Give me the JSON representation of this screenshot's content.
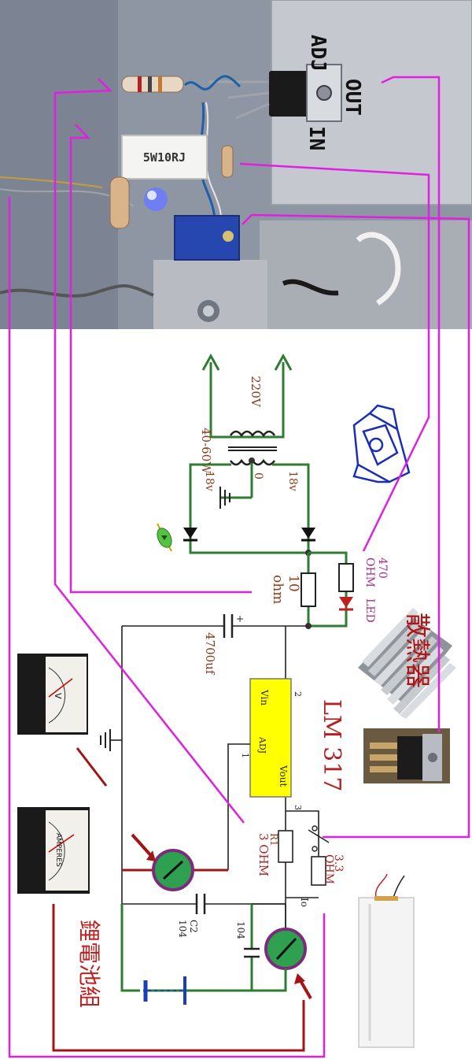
{
  "photo": {
    "labels": {
      "adj": "ADJ",
      "out": "OUT",
      "in": "IN",
      "resistor_marking": "5W10RJ"
    }
  },
  "schematic": {
    "transformer": {
      "primary_voltage": "220V",
      "power": "40-60W",
      "tap_left": "18v",
      "tap_center": "0",
      "tap_right": "18v"
    },
    "led_resistor": {
      "value": "470",
      "unit": "OHM",
      "led_label": "LED"
    },
    "series_resistor": {
      "value": "10",
      "unit": "ohm"
    },
    "capacitor": {
      "polarity": "+",
      "value": "4700uf"
    },
    "regulator": {
      "title": "LM 317",
      "vin_label": "Vin",
      "adj_label": "ADJ",
      "vout_label": "Vout",
      "pin_vin": "2",
      "pin_adj": "1",
      "pin_vout": "3"
    },
    "r1": {
      "label": "R1",
      "value": "3 OHM"
    },
    "r2": {
      "value": "3.3",
      "unit": "OHM"
    },
    "current_label": "Io",
    "c2": {
      "label": "C2",
      "value": "104"
    },
    "c3": {
      "value": "104"
    },
    "heatsink_label": "散熱器",
    "battery_label": "鋰電池組"
  },
  "meters": {
    "voltmeter": {
      "unit": "V"
    },
    "ammeter": {
      "unit": "AMPERES"
    }
  },
  "colors": {
    "wire_green": "#2e7d32",
    "wire_black": "#222222",
    "annotation_magenta": "#e020e0",
    "label_red": "#b22222",
    "regulator_yellow": "#ffff00",
    "arrow_darkred": "#9b1c1c"
  }
}
